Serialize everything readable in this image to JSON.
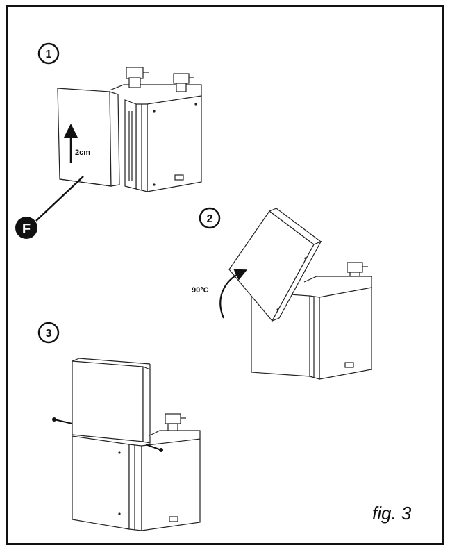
{
  "steps": [
    {
      "number": "1"
    },
    {
      "number": "2"
    },
    {
      "number": "3"
    }
  ],
  "callout": {
    "letter": "F"
  },
  "annotations": {
    "lift": "2cm",
    "rotate": "90°C"
  },
  "figure_label": "fig. 3"
}
